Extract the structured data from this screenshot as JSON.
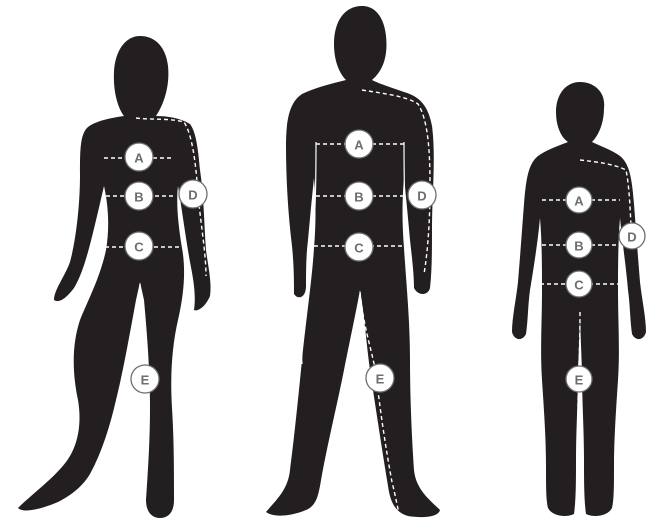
{
  "colors": {
    "silhouette": "#231f20",
    "badge_outline": "#6b6e72",
    "measure_line": "#ffffff"
  },
  "figures": [
    {
      "name": "woman",
      "labels": {
        "a": "A",
        "b": "B",
        "c": "C",
        "d": "D",
        "e": "E"
      }
    },
    {
      "name": "man",
      "labels": {
        "a": "A",
        "b": "B",
        "c": "C",
        "d": "D",
        "e": "E"
      }
    },
    {
      "name": "child",
      "labels": {
        "a": "A",
        "b": "B",
        "c": "C",
        "d": "D",
        "e": "E"
      }
    }
  ]
}
